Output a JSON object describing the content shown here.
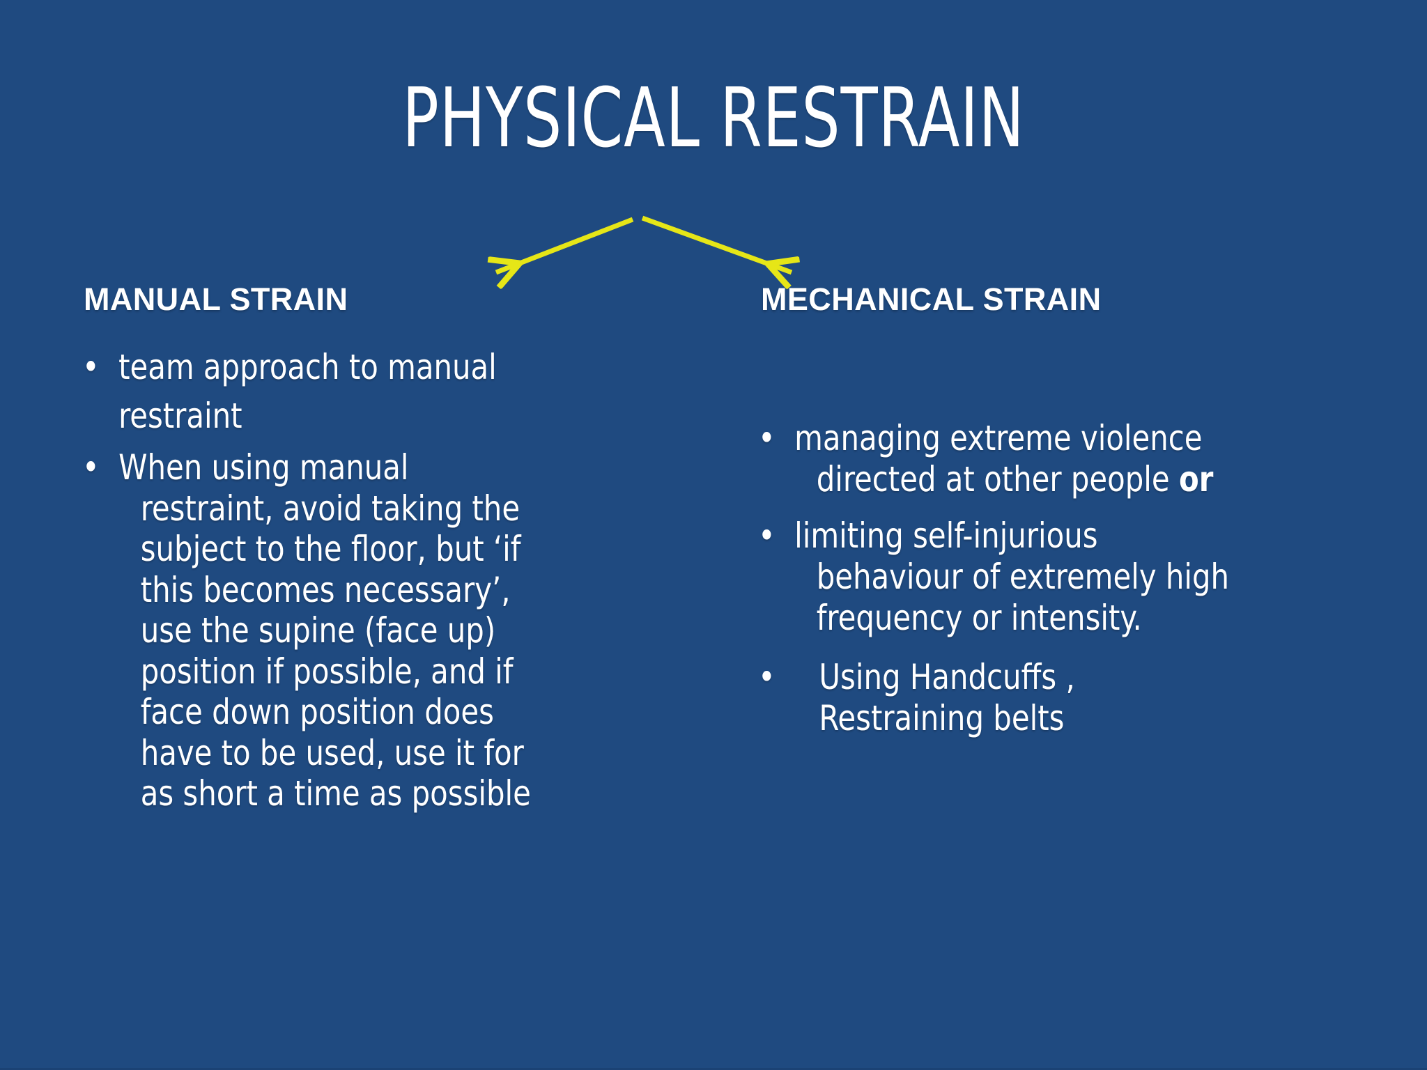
{
  "slide": {
    "title": "PHYSICAL RESTRAIN",
    "background_color": "#1f4a80",
    "text_color": "#ffffff",
    "arrow_color": "#e6e617"
  },
  "connector": {
    "left_arrow_name": "arrow-to-manual-strain",
    "right_arrow_name": "arrow-to-mechanical-strain"
  },
  "columns": {
    "left": {
      "heading": "MANUAL STRAIN",
      "bullets": [
        {
          "marker": "•",
          "line1": "team approach to manual",
          "line2": "restraint"
        },
        {
          "marker": "•",
          "line1": "When using manual",
          "line2": "restraint, avoid taking the",
          "line3": "subject to the floor, but ‘if",
          "line4": "this  becomes necessary’,",
          "line5": "use the supine (face up)",
          "line6": "position if possible, and if",
          "line7": "face down position does",
          "line8": "have to be used, use it for",
          "line9": "as short a time as possible"
        }
      ]
    },
    "right": {
      "heading": "MECHANICAL STRAIN",
      "bullets": [
        {
          "marker": "•",
          "line1": "managing extreme violence",
          "line2_pre": "directed at other people ",
          "line2_bold": "or"
        },
        {
          "marker": "•",
          "line1": "limiting self-injurious",
          "line2": "behaviour of extremely high",
          "line3": "frequency or intensity."
        },
        {
          "marker": "•",
          "line1": "Using Handcuffs ,",
          "line2": "Restraining belts"
        }
      ]
    }
  }
}
